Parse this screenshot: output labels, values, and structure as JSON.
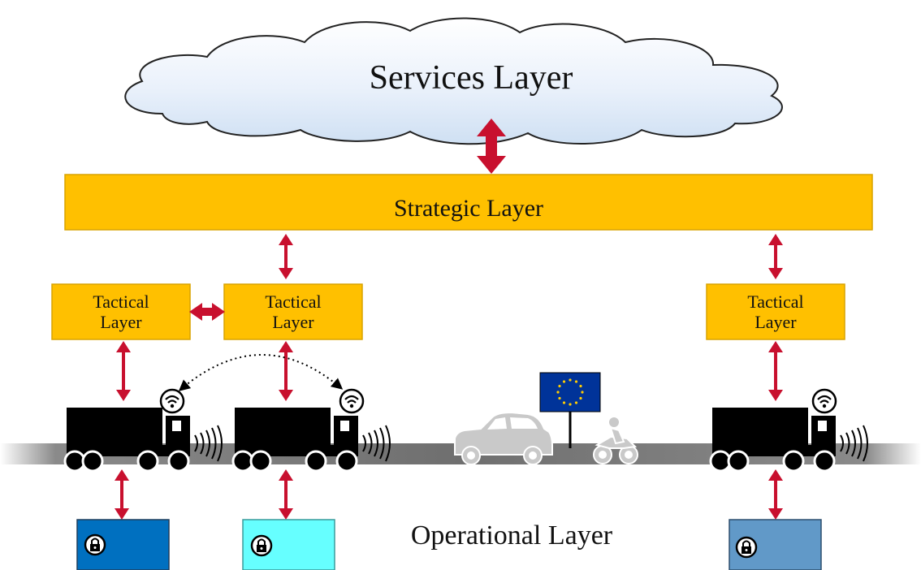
{
  "services_layer": {
    "label": "Services Layer"
  },
  "strategic_layer": {
    "label": "Strategic Layer",
    "color": "#ffc000",
    "border": "#d9a300"
  },
  "tactical_layers": [
    {
      "line1": "Tactical",
      "line2": "Layer"
    },
    {
      "line1": "Tactical",
      "line2": "Layer"
    },
    {
      "line1": "Tactical",
      "line2": "Layer"
    }
  ],
  "operational_layer": {
    "label": "Operational Layer"
  },
  "operational_units": [
    {
      "color": "#0070c0",
      "icon": "lock-icon"
    },
    {
      "color": "#66ffff",
      "icon": "lock-icon"
    },
    {
      "color": "#6199c8",
      "icon": "lock-icon"
    }
  ],
  "colors": {
    "arrow": "#c8102e",
    "cloud_fill": "#dbe8f7",
    "road": "#777777",
    "truck": "#000000",
    "eu_flag": "#003399",
    "eu_stars": "#ffcc00"
  },
  "icons": [
    "cloud-icon",
    "truck-icon",
    "wifi-icon",
    "car-icon",
    "motorcycle-icon",
    "eu-flag-icon",
    "lock-icon",
    "signal-waves-icon"
  ]
}
